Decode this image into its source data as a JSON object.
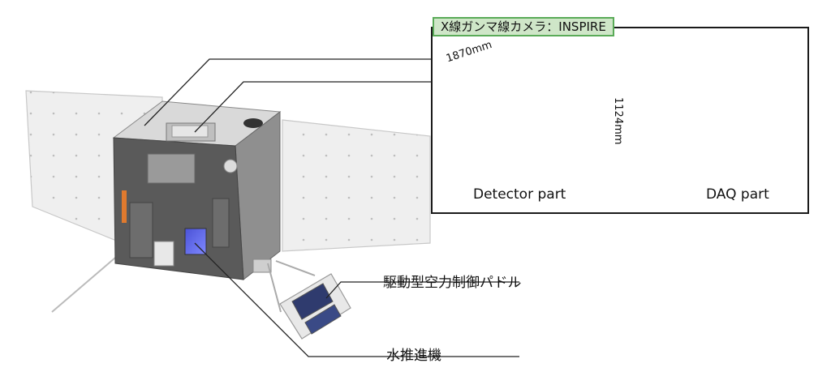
{
  "inset": {
    "title": "X線ガンマ線カメラ：INSPIRE",
    "detector_label": "Detector part",
    "daq_label": "DAQ part",
    "dim_width": "1870mm",
    "dim_height": "1124mm"
  },
  "callouts": {
    "paddle": "駆動型空力制御パドル",
    "thruster": "水推進機"
  },
  "colors": {
    "title_fill": "#cfe6c8",
    "title_border": "#5aab58",
    "frame": "#1a1a1a",
    "detector_orange": "#e0a030",
    "cube_gray": "#9a9a9a"
  }
}
